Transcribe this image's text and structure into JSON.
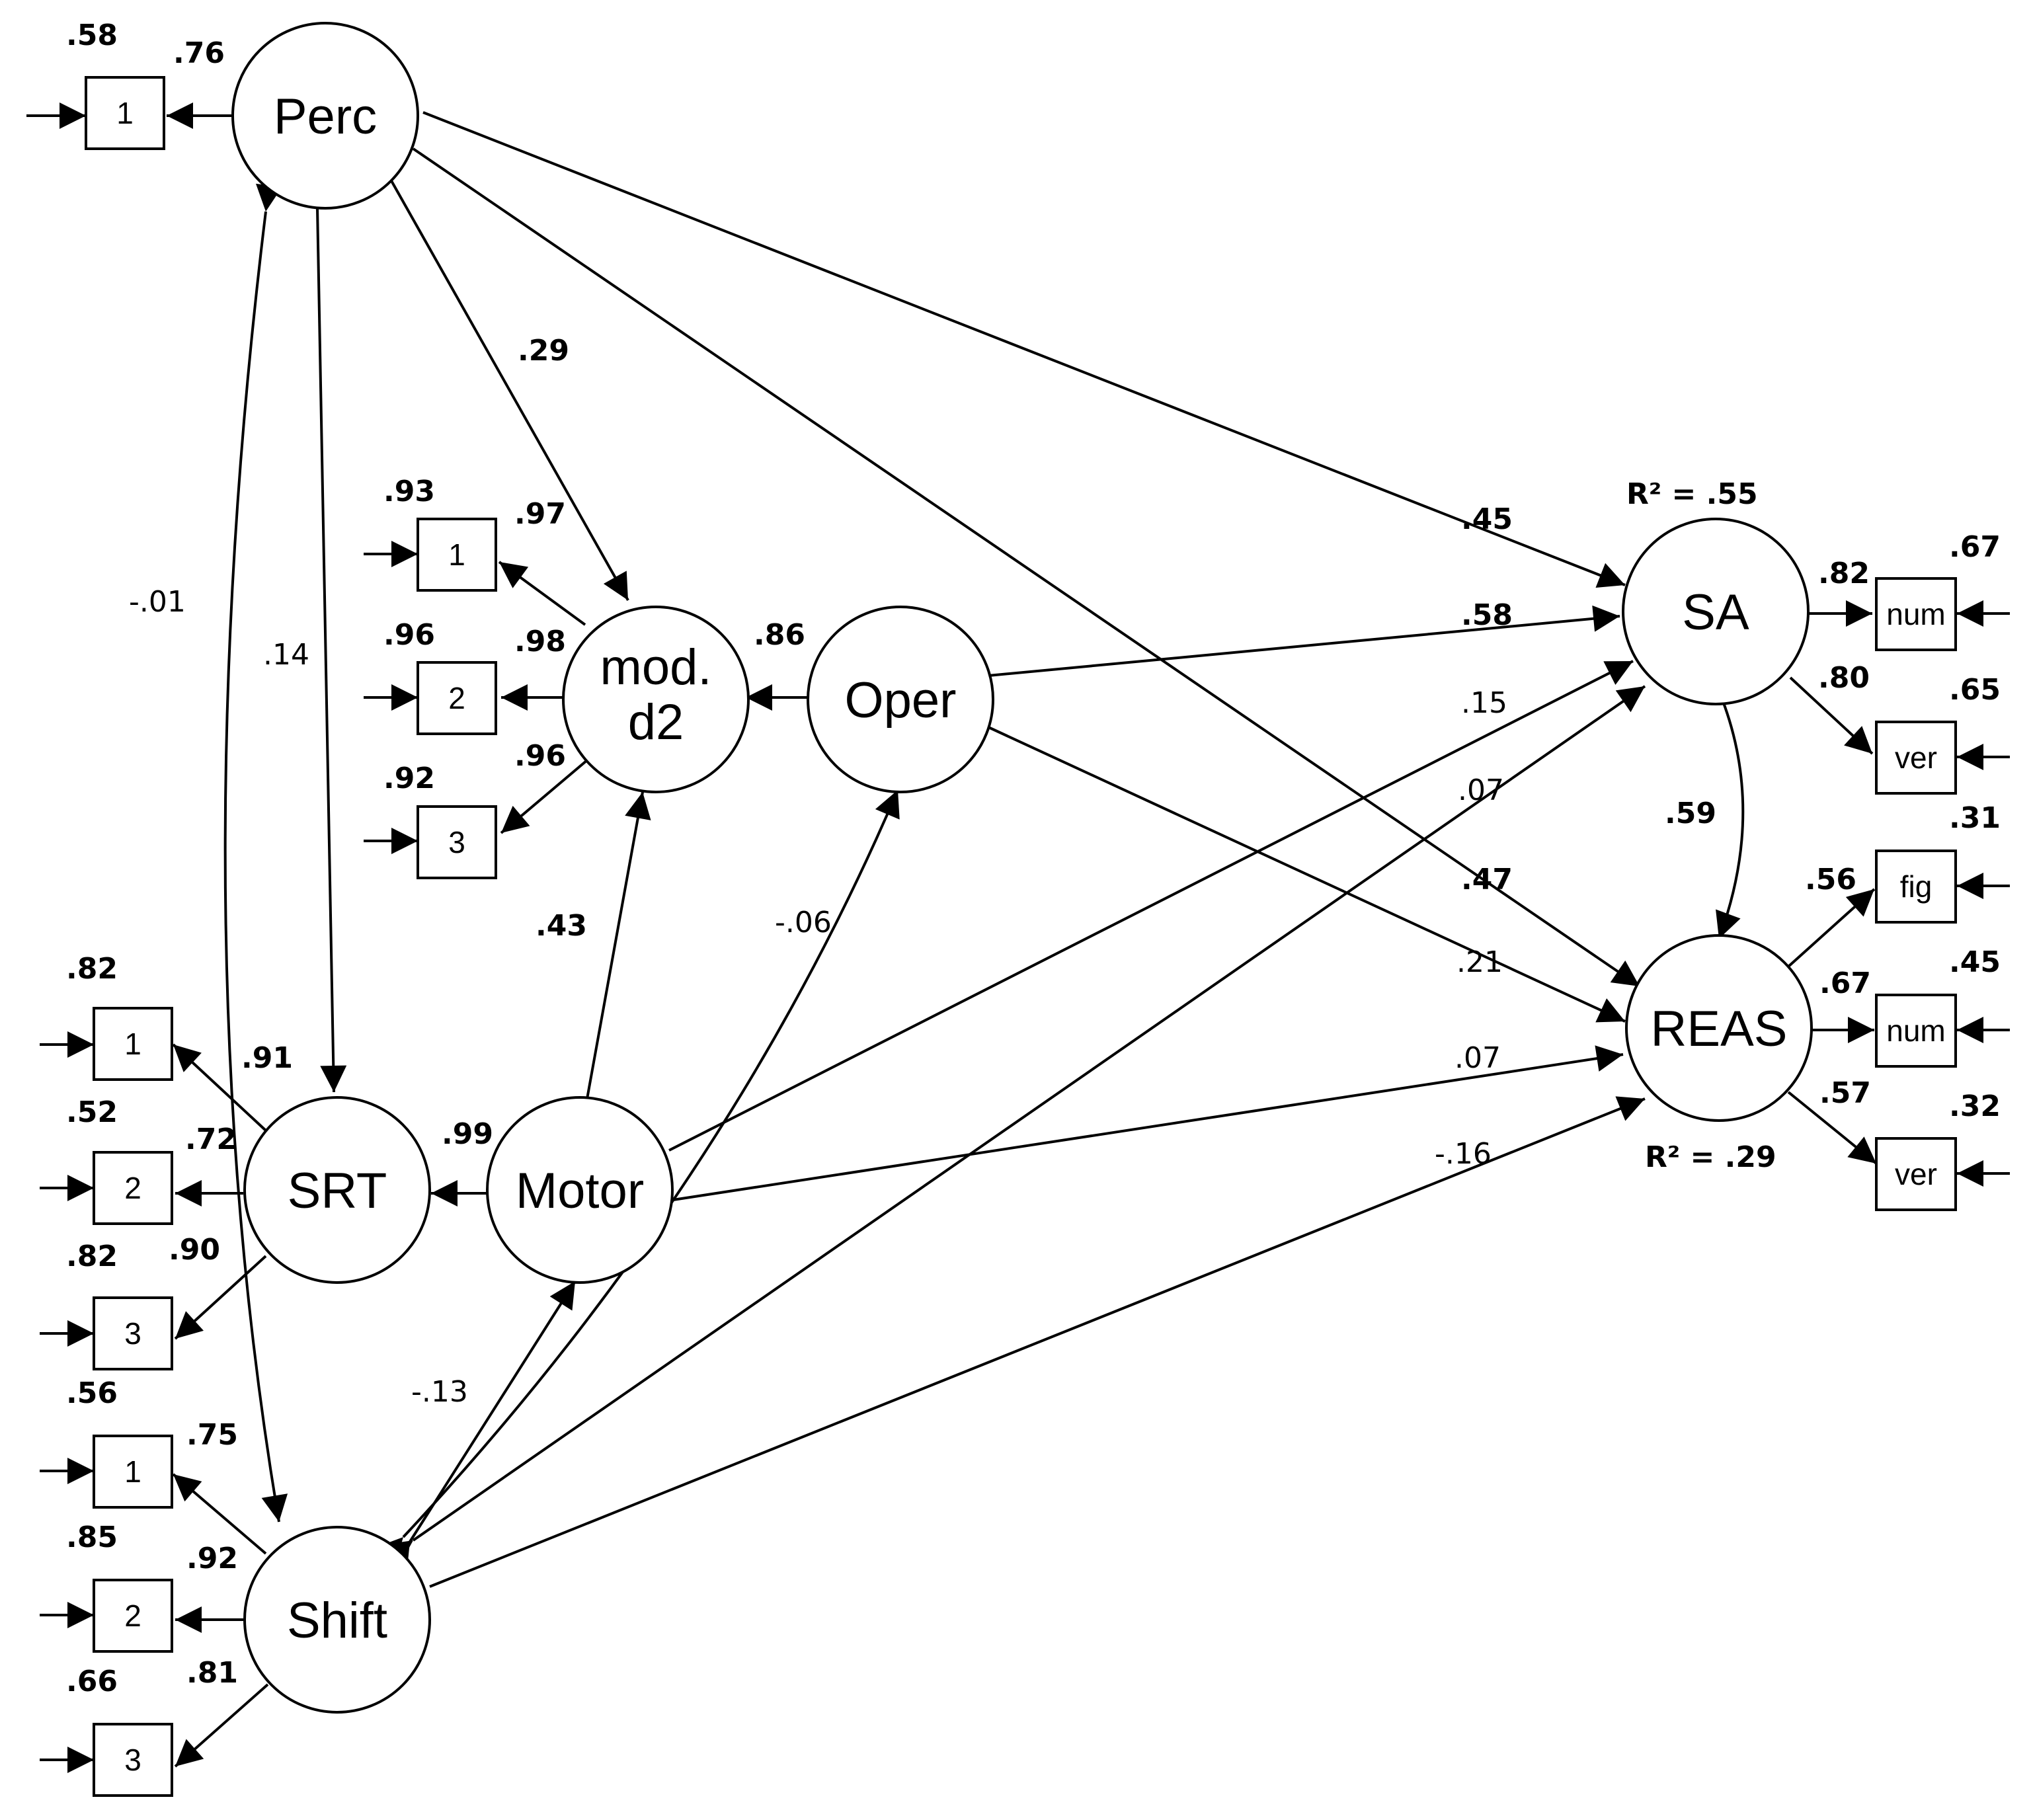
{
  "latents": {
    "perc": "Perc",
    "mod_line1": "mod.",
    "mod_line2": "d2",
    "oper": "Oper",
    "srt": "SRT",
    "motor": "Motor",
    "shift": "Shift",
    "sa": "SA",
    "reas": "REAS"
  },
  "indicators": {
    "perc_1": "1",
    "mod_1": "1",
    "mod_2": "2",
    "mod_3": "3",
    "srt_1": "1",
    "srt_2": "2",
    "srt_3": "3",
    "shift_1": "1",
    "shift_2": "2",
    "shift_3": "3",
    "sa_num": "num",
    "sa_ver": "ver",
    "reas_fig": "fig",
    "reas_num": "num",
    "reas_ver": "ver"
  },
  "r2": {
    "sa": "R² = .55",
    "reas": "R² = .29"
  },
  "loadings": {
    "perc_1": ".76",
    "mod_1": ".97",
    "mod_2": ".98",
    "mod_3": ".96",
    "oper_mod": ".86",
    "srt_1": ".91",
    "srt_2": ".72",
    "srt_3": ".90",
    "motor_srt": ".99",
    "shift_1": ".75",
    "shift_2": ".92",
    "shift_3": ".81",
    "sa_num": ".82",
    "sa_ver": ".80",
    "reas_fig": ".56",
    "reas_num": ".67",
    "reas_ver": ".57"
  },
  "reliabilities": {
    "perc_1": ".58",
    "mod_1": ".93",
    "mod_2": ".96",
    "mod_3": ".92",
    "srt_1": ".82",
    "srt_2": ".52",
    "srt_3": ".82",
    "shift_1": ".56",
    "shift_2": ".85",
    "shift_3": ".66",
    "sa_num": ".67",
    "sa_ver": ".65",
    "reas_fig": ".31",
    "reas_num": ".45",
    "reas_ver": ".32"
  },
  "paths": {
    "perc_mod": ".29",
    "perc_srt": ".14",
    "perc_shift": "-.01",
    "perc_sa": ".45",
    "perc_reas": ".47",
    "oper_sa": ".58",
    "oper_reas": ".21",
    "motor_mod": ".43",
    "motor_sa": ".15",
    "motor_reas": ".07",
    "shift_oper": "-.06",
    "shift_sa": ".07",
    "shift_motor": "-.13",
    "shift_reas": "-.16",
    "sa_reas": ".59"
  }
}
